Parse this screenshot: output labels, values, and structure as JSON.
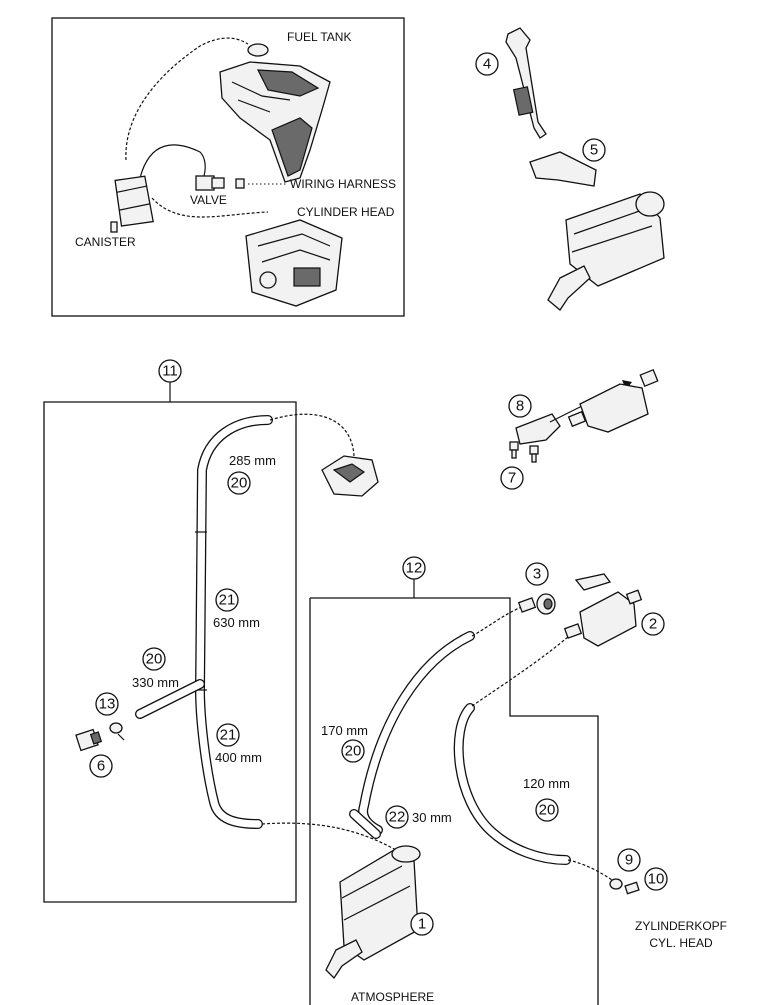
{
  "inset": {
    "fuel_tank": "FUEL TANK",
    "wiring_harness": "WIRING HARNESS",
    "valve": "VALVE",
    "cylinder_head": "CYLINDER HEAD",
    "canister": "CANISTER"
  },
  "callouts": {
    "n1": "1",
    "n2": "2",
    "n3": "3",
    "n4": "4",
    "n5": "5",
    "n6": "6",
    "n7": "7",
    "n8": "8",
    "n9": "9",
    "n10": "10",
    "n11": "11",
    "n12": "12",
    "n13": "13",
    "n20a": "20",
    "n20b": "20",
    "n20c": "20",
    "n20d": "20",
    "n21a": "21",
    "n21b": "21",
    "n22": "22"
  },
  "lengths": {
    "l285": "285 mm",
    "l630": "630 mm",
    "l330": "330 mm",
    "l400": "400 mm",
    "l170": "170 mm",
    "l30": "30 mm",
    "l120": "120 mm"
  },
  "labels": {
    "zylinderkopf": "ZYLINDERKOPF",
    "cyl_head": "CYL. HEAD",
    "atmosphere": "ATMOSPHERE"
  }
}
